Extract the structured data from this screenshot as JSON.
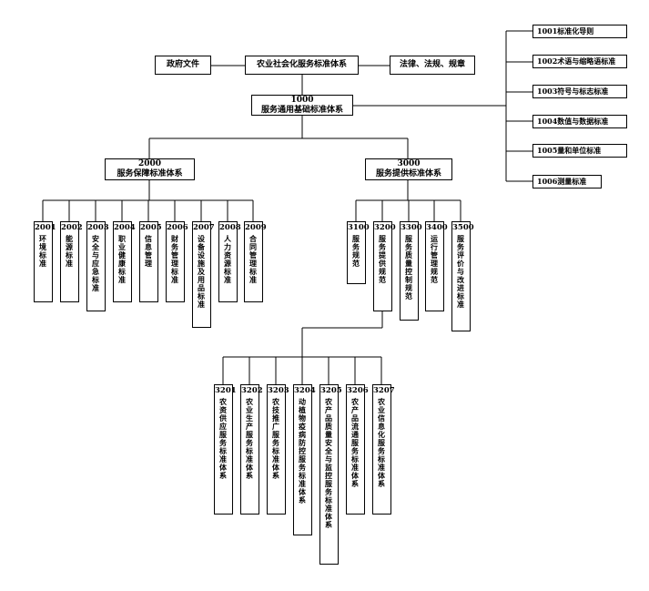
{
  "top": {
    "center": "农业社会化服务标准体系",
    "left": "政府文件",
    "right": "法律、法规、规章"
  },
  "n1000": {
    "code": "1000",
    "title": "服务通用基础标准体系"
  },
  "side_items": [
    "1001标准化导则",
    "1002术语与缩略语标准",
    "1003符号与标志标准",
    "1004数值与数据标准",
    "1005量和单位标准",
    "1006测量标准"
  ],
  "n2000": {
    "code": "2000",
    "title": "服务保障标准体系"
  },
  "n3000": {
    "code": "3000",
    "title": "服务提供标准体系"
  },
  "g2000": [
    {
      "code": "2001",
      "label": "环境标准"
    },
    {
      "code": "2002",
      "label": "能源标准"
    },
    {
      "code": "2003",
      "label": "安全与应急标准"
    },
    {
      "code": "2004",
      "label": "职业健康标准"
    },
    {
      "code": "2005",
      "label": "信息管理"
    },
    {
      "code": "2006",
      "label": "财务管理标准"
    },
    {
      "code": "2007",
      "label": "设备设施及用品标准"
    },
    {
      "code": "2008",
      "label": "人力资源标准"
    },
    {
      "code": "2009",
      "label": "合同管理标准"
    }
  ],
  "g3000": [
    {
      "code": "3100",
      "label": "服务规范"
    },
    {
      "code": "3200",
      "label": "服务提供规范"
    },
    {
      "code": "3300",
      "label": "服务质量控制规范"
    },
    {
      "code": "3400",
      "label": "运行管理规范"
    },
    {
      "code": "3500",
      "label": "服务评价与改进标准"
    }
  ],
  "g3200": [
    {
      "code": "3201",
      "label": "农资供应服务标准体系"
    },
    {
      "code": "3202",
      "label": "农业生产服务标准体系"
    },
    {
      "code": "3203",
      "label": "农技推广服务标准体系"
    },
    {
      "code": "3204",
      "label": "动植物疫病防控服务标准体系"
    },
    {
      "code": "3205",
      "label": "农产品质量安全与监控服务标准体系"
    },
    {
      "code": "3206",
      "label": "农产品流通服务标准体系"
    },
    {
      "code": "3207",
      "label": "农业信息化服务标准体系"
    }
  ]
}
